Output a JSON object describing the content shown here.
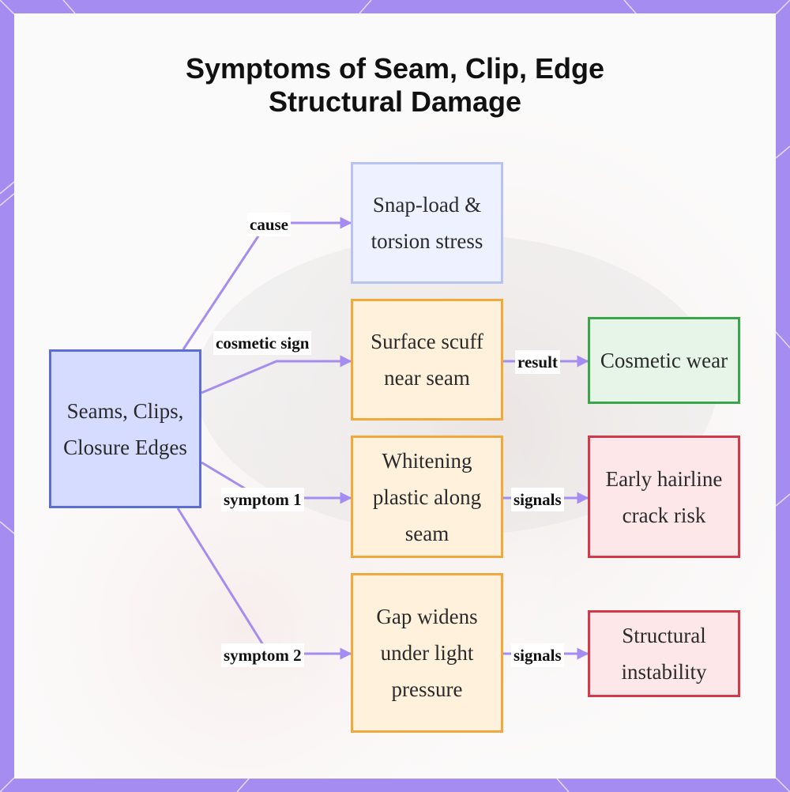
{
  "title": {
    "line1": "Symptoms of Seam, Clip, Edge",
    "line2": "Structural Damage"
  },
  "nodes": {
    "source": "Seams, Clips, Closure Edges",
    "cause": "Snap-load & torsion stress",
    "scuff": "Surface scuff near seam",
    "cosmetic_wear": "Cosmetic wear",
    "whitening": "Whitening plastic along seam",
    "crack_risk": "Early hairline crack risk",
    "gap": "Gap widens under light pressure",
    "instability": "Structural instability"
  },
  "edge_labels": {
    "cause": "cause",
    "cosmetic_sign": "cosmetic sign",
    "symptom1": "symptom 1",
    "symptom2": "symptom 2",
    "result": "result",
    "signals1": "signals",
    "signals2": "signals"
  },
  "colors": {
    "edge": "#a48cf0",
    "background_frame": "#a48cf0",
    "source_fill": "#d6dcff",
    "source_border": "#5a6fcf",
    "cause_fill": "#eef1ff",
    "cause_border": "#b8c3f1",
    "symptom_fill": "#fff1dc",
    "symptom_border": "#f0a93a",
    "cosmetic_fill": "#e6f5e8",
    "cosmetic_border": "#3aa64a",
    "risk_fill": "#fde7e9",
    "risk_border": "#d03a4a"
  }
}
